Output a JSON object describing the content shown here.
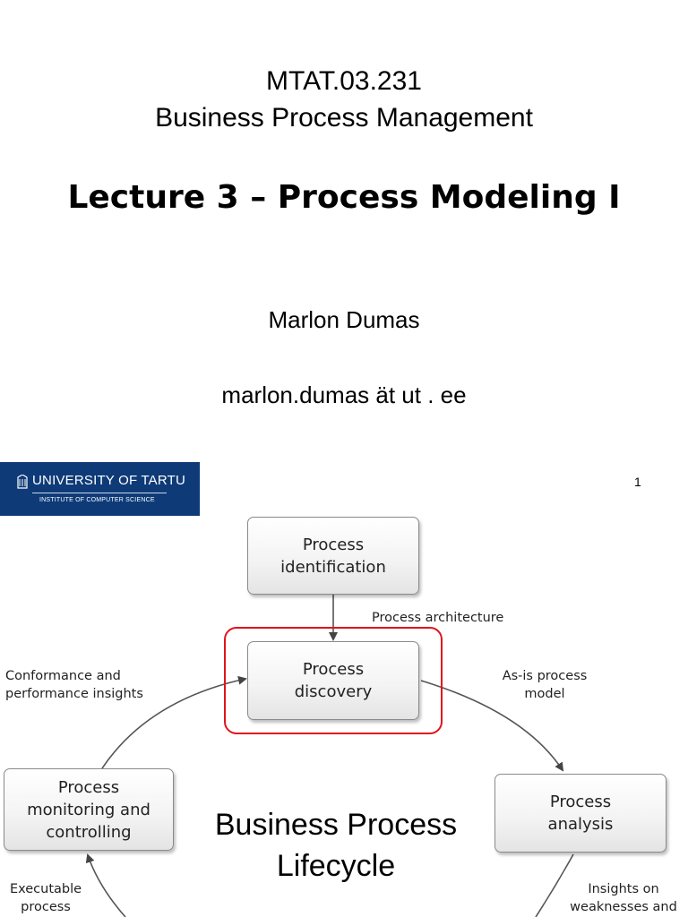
{
  "title_slide": {
    "course_code": "MTAT.03.231",
    "course_name": "Business Process Management",
    "lecture_title": "Lecture 3 – Process Modeling I",
    "author": "Marlon Dumas",
    "email": "marlon.dumas ät  ut . ee",
    "page_number": "1"
  },
  "logo": {
    "name": "UNIVERSITY OF TARTU",
    "subtitle": "INSTITUTE OF COMPUTER SCIENCE",
    "background_color": "#0e3b78"
  },
  "lifecycle_diagram": {
    "center_label": "Business Process\nLifecycle",
    "boxes": {
      "identification": "Process\nidentification",
      "discovery": "Process\ndiscovery",
      "analysis": "Process\nanalysis",
      "monitoring": "Process\nmonitoring and\ncontrolling"
    },
    "edge_labels": {
      "architecture": "Process architecture",
      "conformance": "Conformance and\nperformance insights",
      "as_is": "As-is process\nmodel",
      "executable": "Executable\nprocess",
      "insights": "Insights on\nweaknesses and"
    },
    "highlight_color": "#e0141b"
  }
}
